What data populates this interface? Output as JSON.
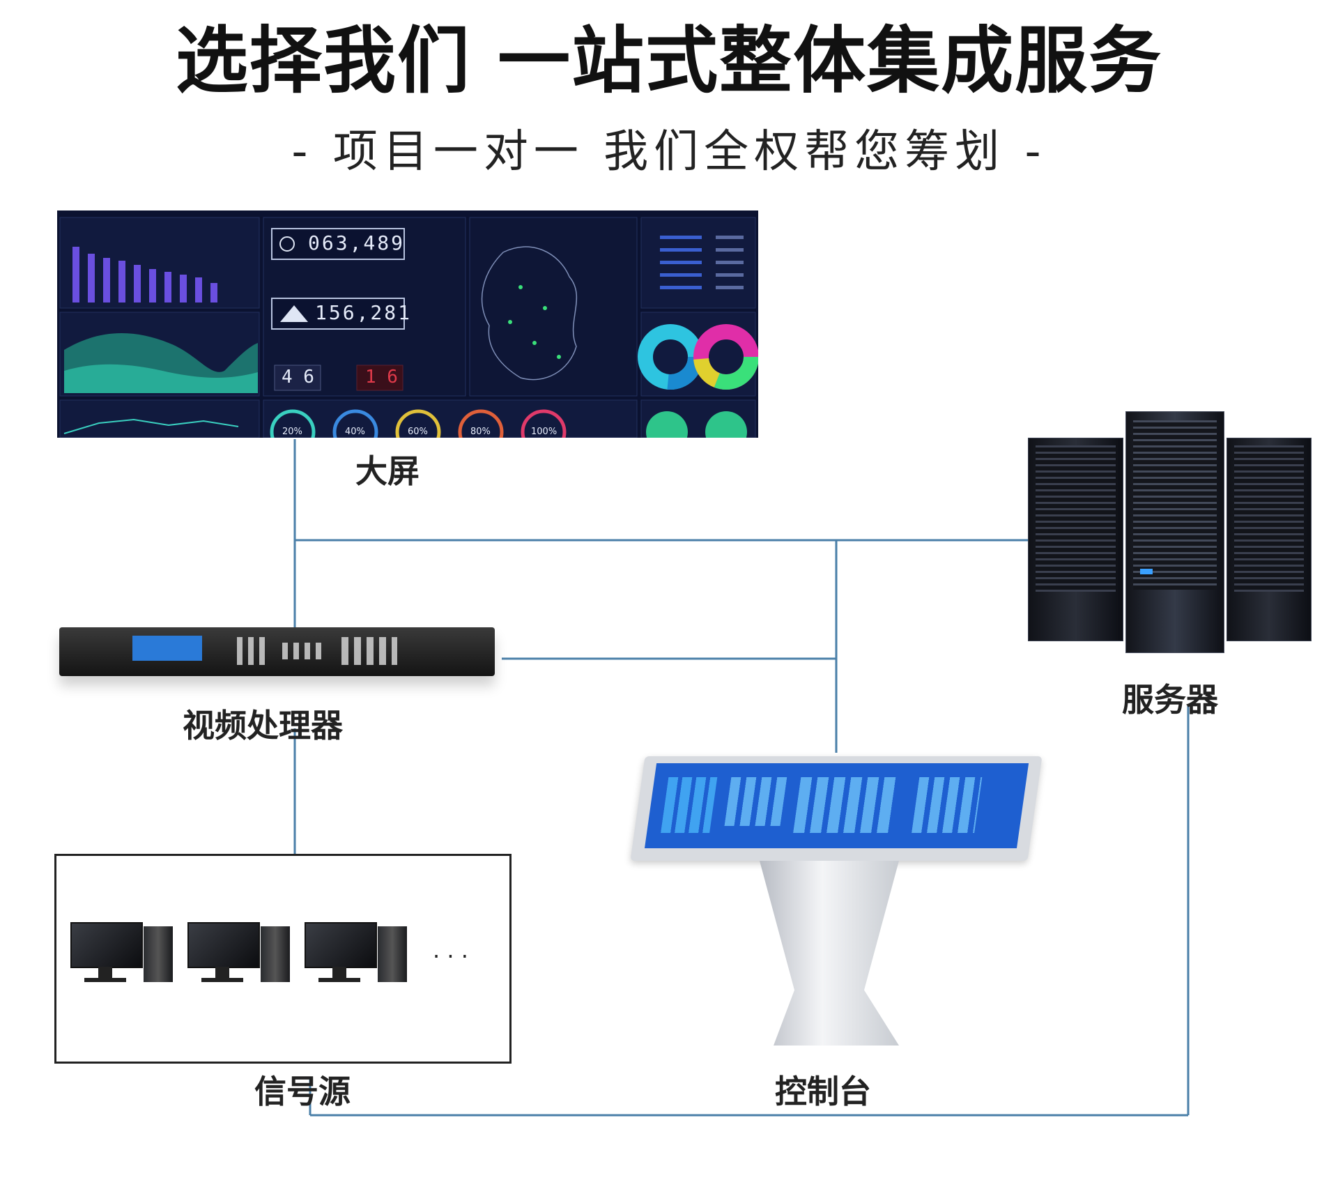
{
  "header": {
    "title": "选择我们 一站式整体集成服务",
    "subtitle": "- 项目一对一  我们全权帮您筹划 -"
  },
  "labels": {
    "big_screen": "大屏",
    "video_processor": "视频处理器",
    "signal_source": "信号源",
    "console": "控制台",
    "server": "服务器"
  },
  "dashboard": {
    "counter_1": "063,489",
    "counter_2": "156,281",
    "counter_3": "4 6",
    "counter_4": "1 6",
    "rings": [
      "20%",
      "40%",
      "60%",
      "80%",
      "100%"
    ]
  },
  "signal_source_ellipsis": "· · ·",
  "colors": {
    "line": "#4a7fa8",
    "dashboard_bg": "#0b1230",
    "accent_blue": "#2a6fd6"
  }
}
